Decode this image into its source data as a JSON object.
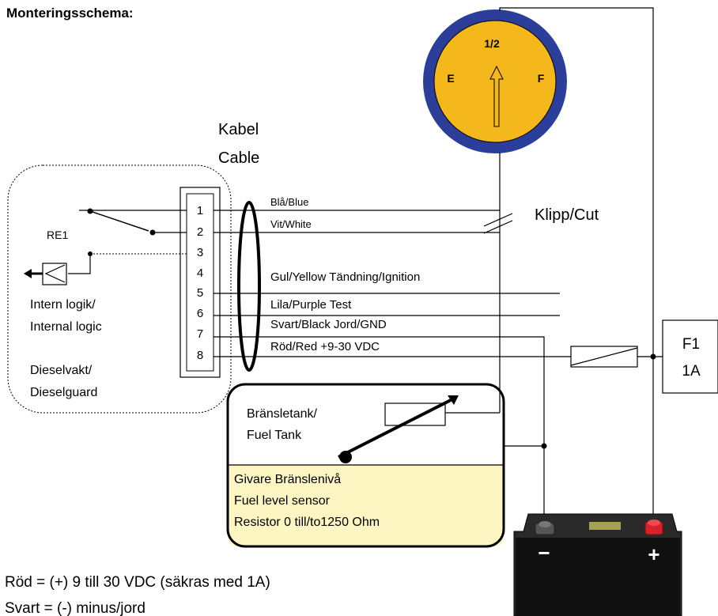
{
  "title": "Monteringsschema:",
  "gauge": {
    "half": "1/2",
    "empty": "E",
    "full": "F",
    "face_color": "#f5b81c",
    "ring_color": "#2b3f9a"
  },
  "cable": {
    "label_sv": "Kabel",
    "label_en": "Cable"
  },
  "relay": {
    "label": "RE1"
  },
  "pins": [
    "1",
    "2",
    "3",
    "4",
    "5",
    "6",
    "7",
    "8"
  ],
  "wires": {
    "blue": "Blå/Blue",
    "white": "Vit/White",
    "yellow": "Gul/Yellow Tändning/Ignition",
    "purple": "Lila/Purple Test",
    "black": "Svart/Black Jord/GND",
    "red": "Röd/Red +9-30 VDC"
  },
  "cut": "Klipp/Cut",
  "fuse": {
    "name": "F1",
    "rating": "1A"
  },
  "unit": {
    "logic_sv": "Intern logik/",
    "logic_en": "Internal logic",
    "name_sv": "Dieselvakt/",
    "name_en": "Dieselguard"
  },
  "tank": {
    "label_sv": "Bränsletank/",
    "label_en": "Fuel Tank",
    "sensor_1": "Givare Bränslenivå",
    "sensor_2": "Fuel level sensor",
    "sensor_3": "Resistor 0 till/to1250 Ohm",
    "liquid_color": "#fdf6c3"
  },
  "battery": {
    "minus": "−",
    "plus": "+",
    "terminal_color": "#d7222a"
  },
  "notes": {
    "red": "Röd = (+) 9 till 30 VDC (säkras med 1A)",
    "black": "Svart = (-) minus/jord"
  }
}
